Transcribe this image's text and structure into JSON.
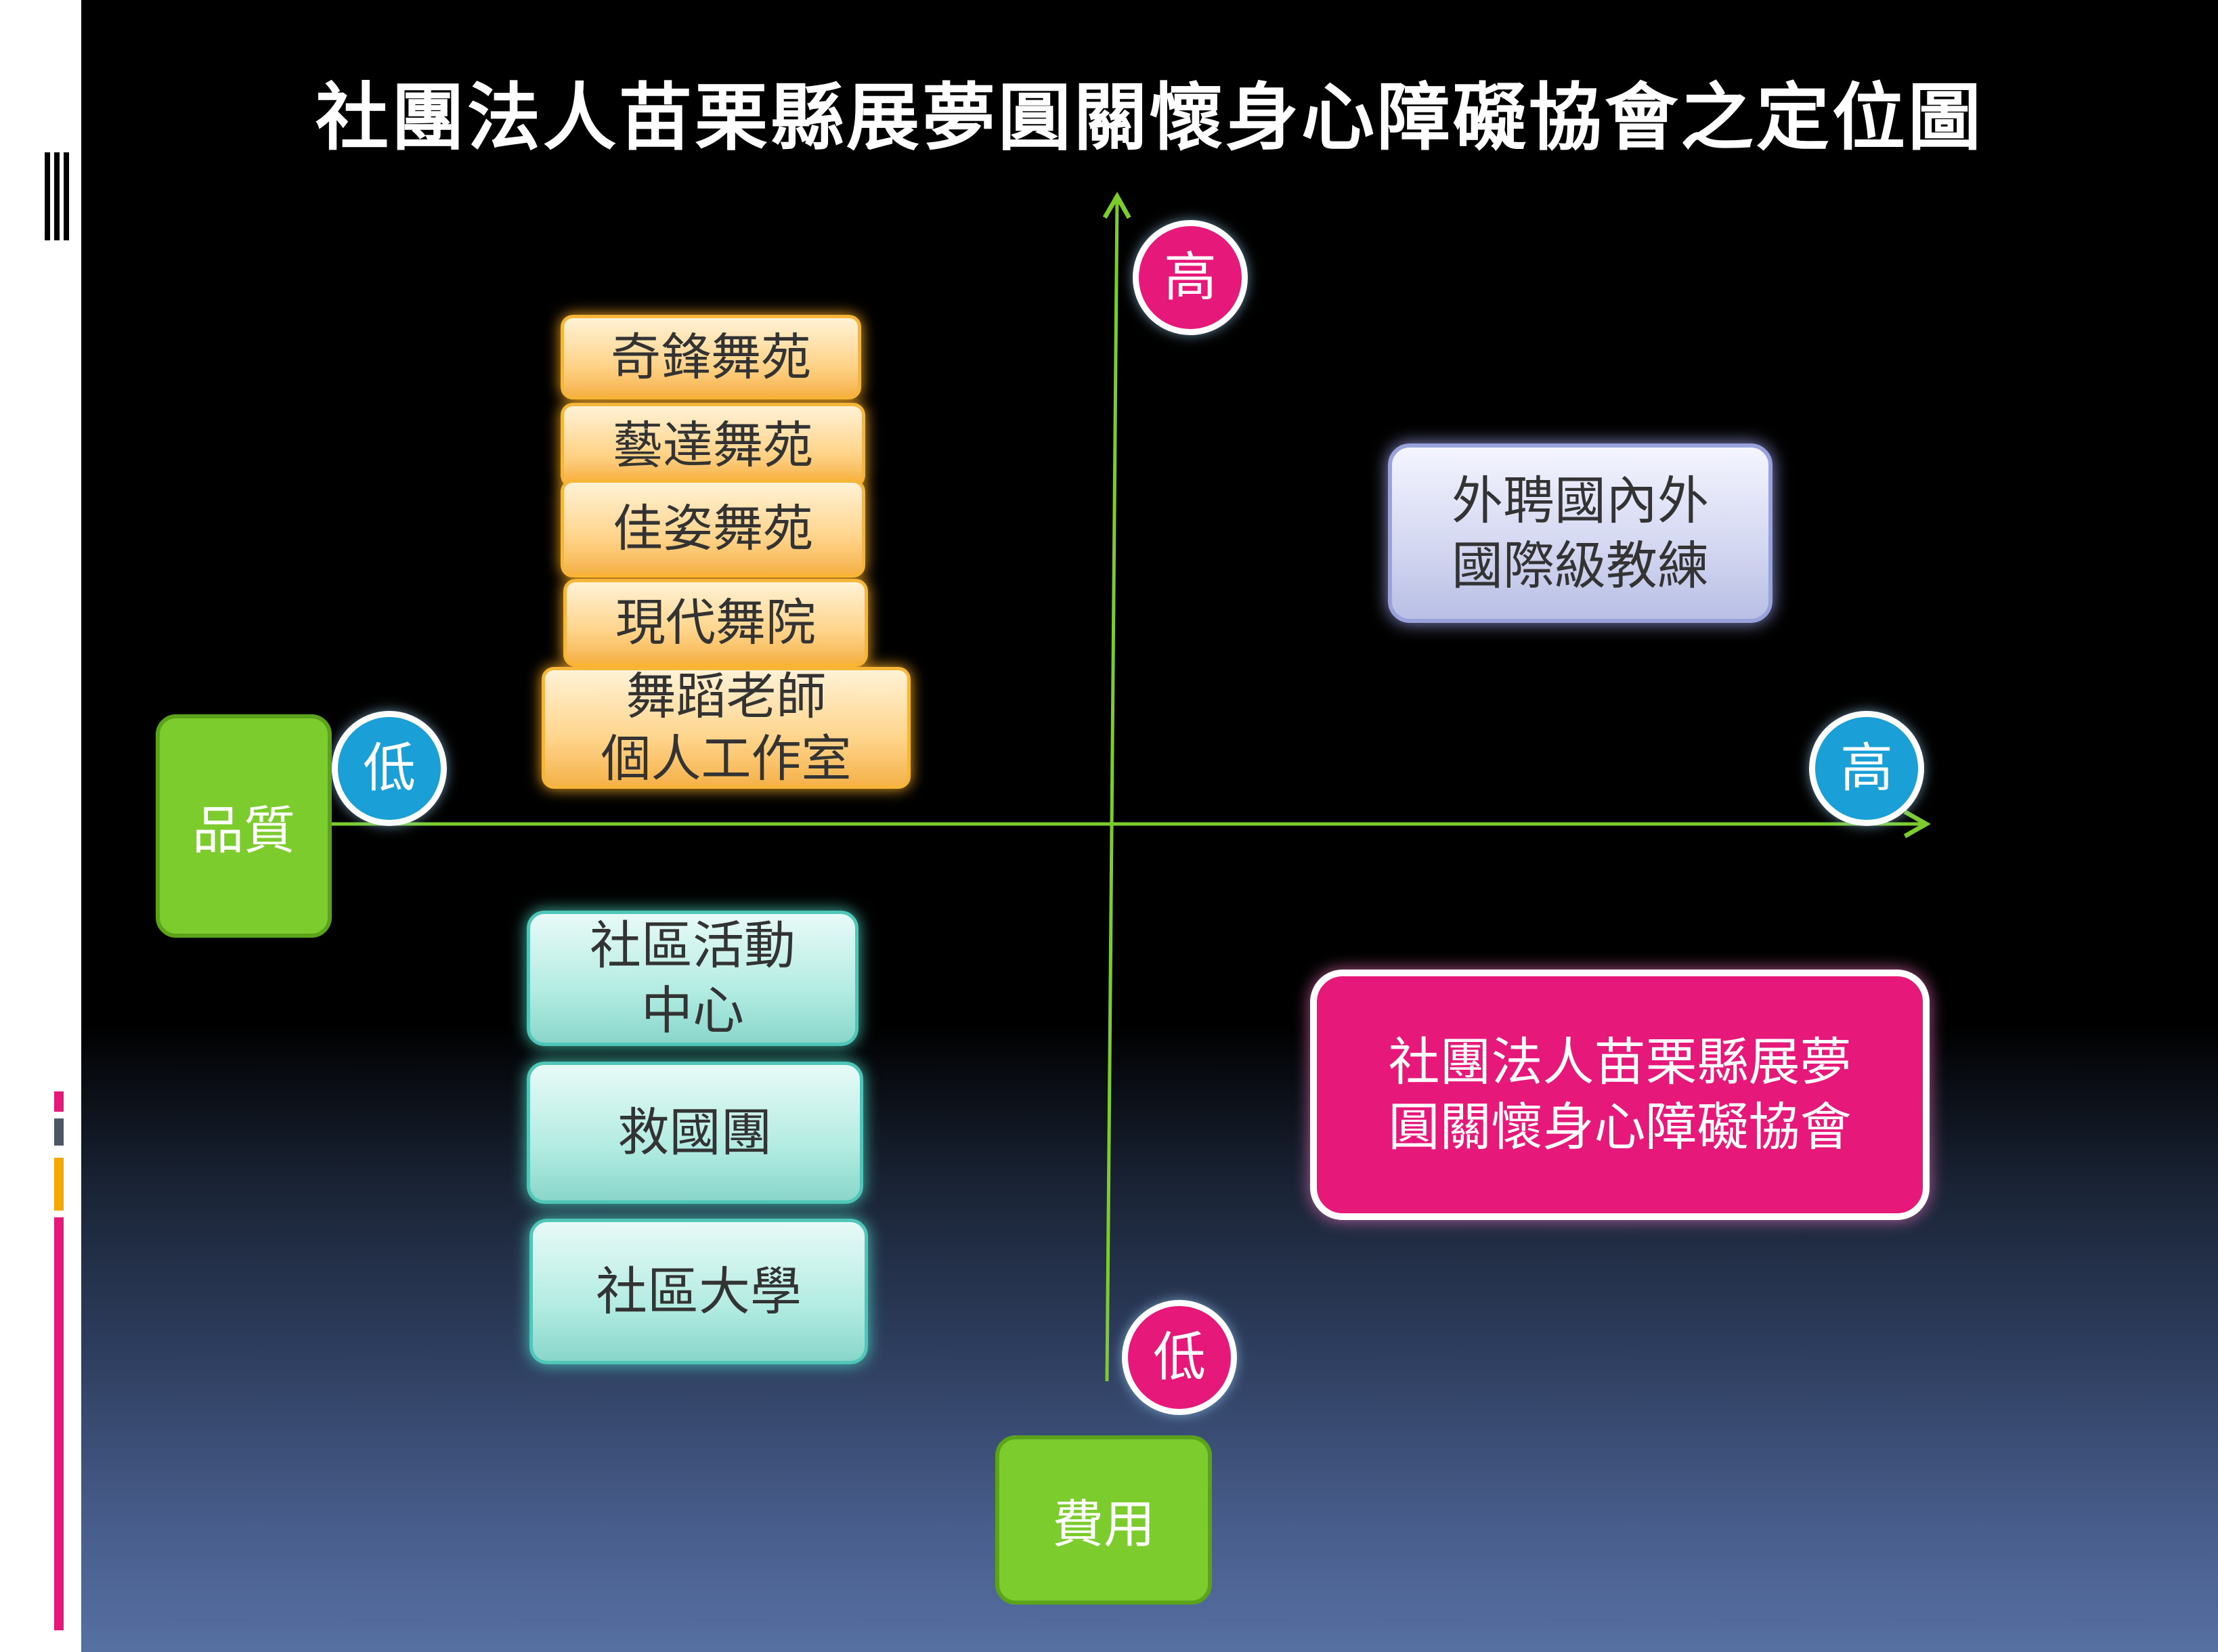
{
  "title": "社團法人苗栗縣展夢圓關懷身心障礙協會之定位圖",
  "axes": {
    "x_label": "品質",
    "x_low": "低",
    "x_high": "高",
    "y_label": "費用",
    "y_low": "低",
    "y_high": "高"
  },
  "quadrant_top_left": [
    {
      "lines": [
        "奇鋒舞苑"
      ]
    },
    {
      "lines": [
        "藝達舞苑"
      ]
    },
    {
      "lines": [
        "佳姿舞苑"
      ]
    },
    {
      "lines": [
        "現代舞院"
      ]
    },
    {
      "lines": [
        "舞蹈老師",
        "個人工作室"
      ]
    }
  ],
  "quadrant_bottom_left": [
    {
      "lines": [
        "社區活動",
        "中心"
      ]
    },
    {
      "lines": [
        "救國團"
      ]
    },
    {
      "lines": [
        "社區大學"
      ]
    }
  ],
  "quadrant_top_right": {
    "lines": [
      "外聘國內外",
      "國際級教練"
    ]
  },
  "quadrant_bottom_right": {
    "lines": [
      "社團法人苗栗縣展夢",
      "圓關懷身心障礙協會"
    ]
  },
  "colors": {
    "axis": "#7ccc2e",
    "pink": "#e6187a",
    "blue": "#1aa0d6",
    "green": "#7ccc2e",
    "orange": "#f6b63a",
    "teal": "#4fc6b7",
    "lavender": "#9aa2dc"
  }
}
